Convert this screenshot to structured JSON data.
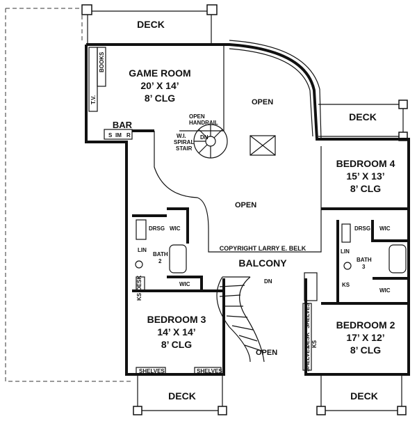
{
  "rooms": {
    "game_room": {
      "name": "GAME ROOM",
      "size": "20’ X 14’",
      "ceiling": "8’ CLG"
    },
    "bedroom4": {
      "name": "BEDROOM 4",
      "size": "15’ X 13’",
      "ceiling": "8’ CLG"
    },
    "bedroom3": {
      "name": "BEDROOM 3",
      "size": "14’ X 14’",
      "ceiling": "8’ CLG"
    },
    "bedroom2": {
      "name": "BEDROOM 2",
      "size": "17’ X 12’",
      "ceiling": "8’ CLG"
    }
  },
  "decks": {
    "top": "DECK",
    "right": "DECK",
    "bottom_left": "DECK",
    "bottom_right": "DECK"
  },
  "labels": {
    "balcony": "BALCONY",
    "bar": "BAR",
    "im": "IM",
    "r": "R",
    "s": "S",
    "tv": "T.V.",
    "books": "BOOKS",
    "open_handrail_1": "OPEN",
    "open_handrail_2": "HANDRAIL",
    "spiral_1": "W.I.",
    "spiral_2": "SPIRAL",
    "spiral_3": "STAIR",
    "dn": "DN",
    "dn_main": "DN",
    "open_1": "OPEN",
    "open_2": "OPEN",
    "open_3": "OPEN",
    "copyright": "COPYRIGHT LARRY E. BELK",
    "drsg_left": "DRSG",
    "wic_left": "WIC",
    "lin_left": "LIN",
    "bath2_1": "BATH",
    "bath2_2": "2",
    "desk_left": "DESK",
    "ks_left": "KS",
    "wic_b3": "WIC",
    "shelves_l1": "SHELVES",
    "shelves_l2": "SHELVES",
    "drsg_right": "DRSG",
    "wic_right": "WIC",
    "lin_right": "LIN",
    "bath3_1": "BATH",
    "bath3_2": "3",
    "ks_right": "KS",
    "wic_b2": "WIC",
    "shelves_r1": "SHELVES",
    "desk_right": "DESK",
    "ks_right2": "KS",
    "shelves_r2": "SHELVES"
  }
}
